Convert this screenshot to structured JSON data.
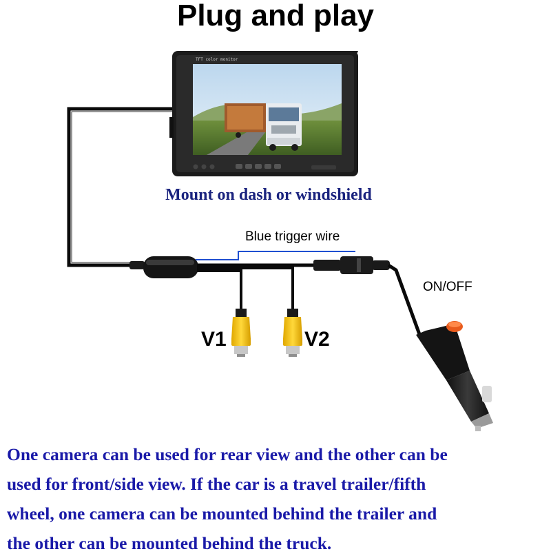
{
  "title": "Plug and play",
  "monitor": {
    "screen_text": "TFT color monitor",
    "caption": "Mount on dash or windshield"
  },
  "wiring": {
    "trigger_wire_label": "Blue trigger wire",
    "switch_label": "ON/OFF",
    "video_inputs": [
      "V1",
      "V2"
    ]
  },
  "description_lines": [
    "One camera can be used for rear view and the other can be",
    "used for front/side view. If the car is a travel trailer/fifth",
    "wheel, one camera can be mounted behind the trailer and",
    "the other can be mounted behind the truck."
  ],
  "colors": {
    "title": "#000000",
    "caption": "#1a237e",
    "description": "#1a1aa8",
    "trigger_wire": "#1f4fd1",
    "rca_connector": "#f2c200",
    "switch": "#e85b1c"
  },
  "icons": [
    "monitor-icon",
    "cigarette-plug-icon",
    "rca-connector-icon"
  ]
}
